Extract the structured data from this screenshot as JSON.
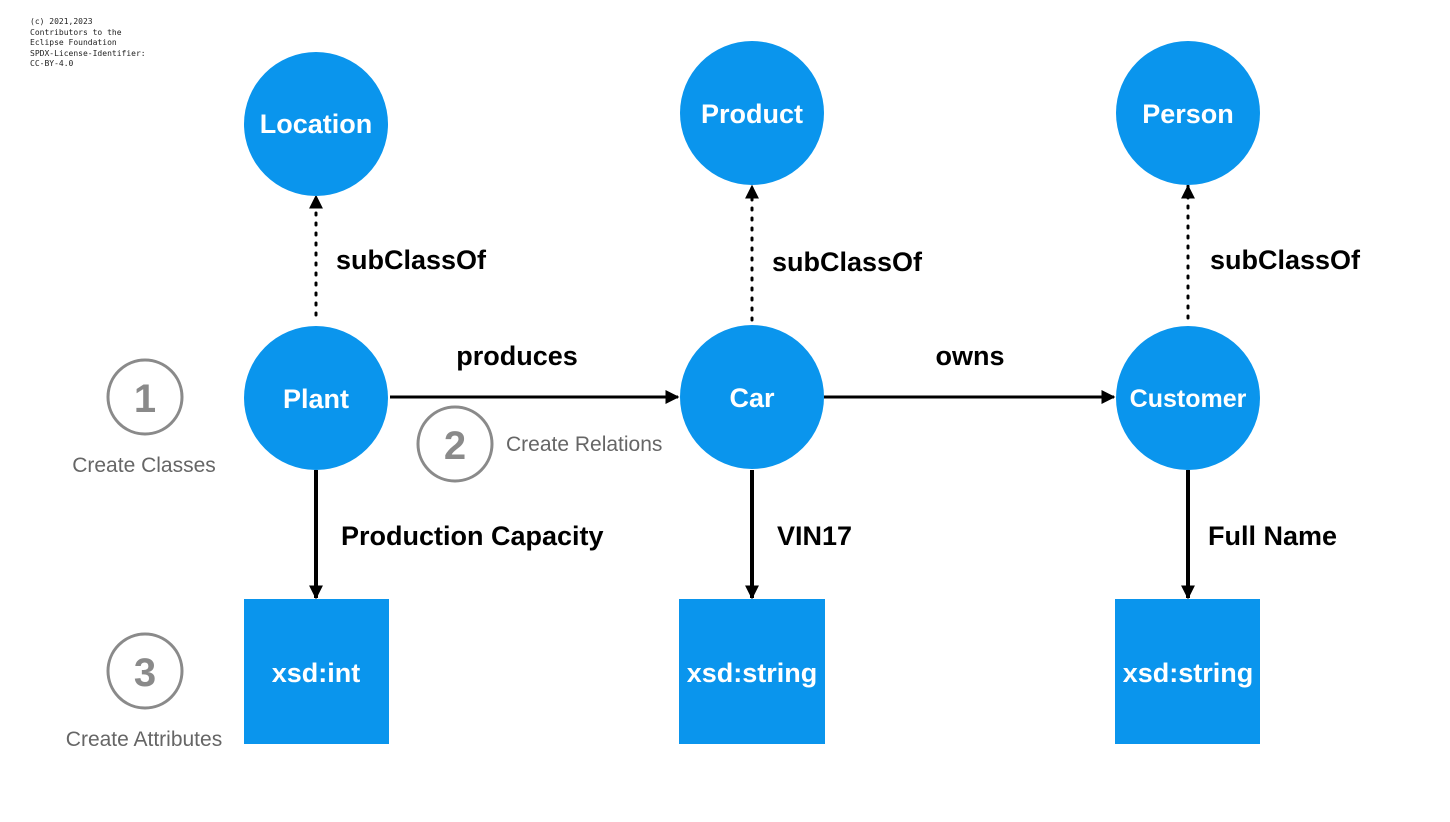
{
  "copyright": [
    "(c) 2021,2023",
    "Contributors to the",
    "Eclipse Foundation",
    "SPDX-License-Identifier:",
    "CC-BY-4.0"
  ],
  "colors": {
    "node": "#0a95ed",
    "arrow": "#000000",
    "step": "#8a8a8a",
    "node_text": "#ffffff"
  },
  "classes": {
    "location": "Location",
    "product": "Product",
    "person": "Person",
    "plant": "Plant",
    "car": "Car",
    "customer": "Customer"
  },
  "datatypes": {
    "int": "xsd:int",
    "string_car": "xsd:string",
    "string_customer": "xsd:string"
  },
  "edges": {
    "subclass_plant": "subClassOf",
    "subclass_car": "subClassOf",
    "subclass_customer": "subClassOf",
    "produces": "produces",
    "owns": "owns",
    "production_capacity": "Production Capacity",
    "vin": "VIN17",
    "full_name": "Full Name"
  },
  "steps": [
    {
      "number": "1",
      "label": "Create Classes"
    },
    {
      "number": "2",
      "label": "Create Relations"
    },
    {
      "number": "3",
      "label": "Create Attributes"
    }
  ]
}
